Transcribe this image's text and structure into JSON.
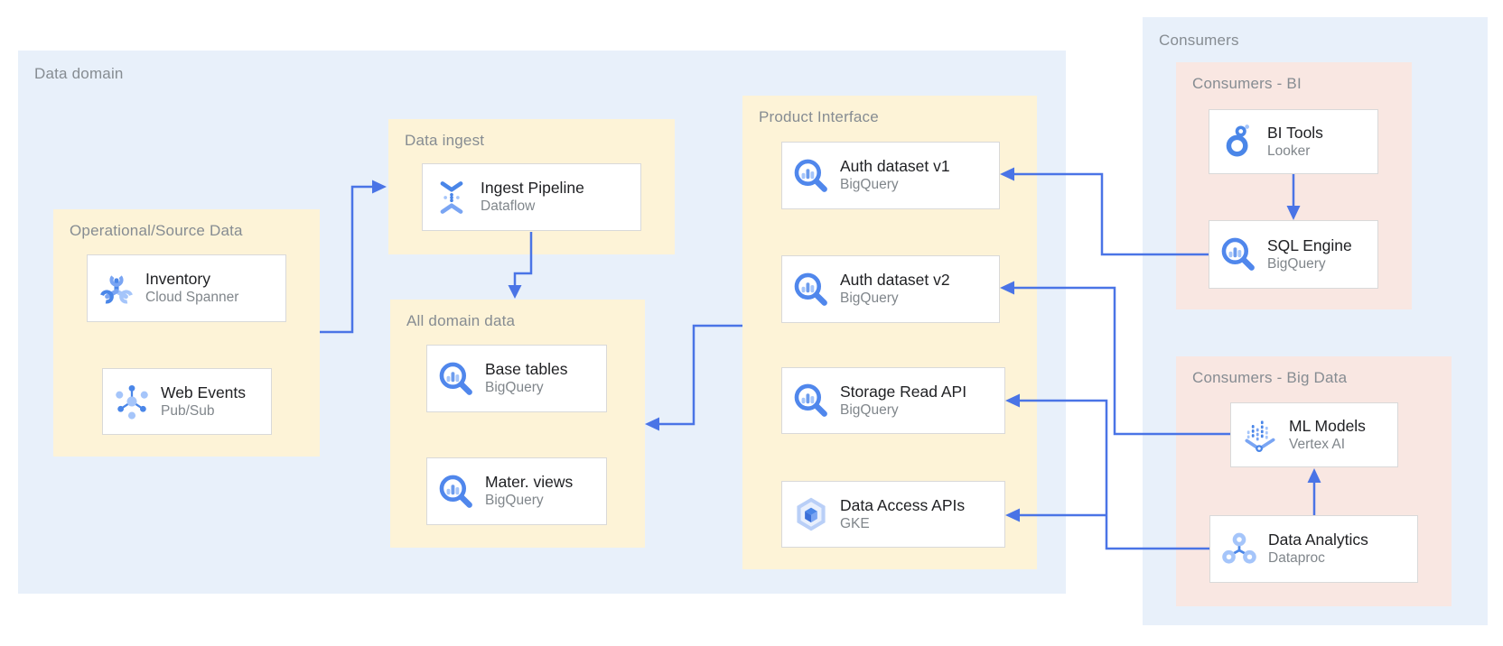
{
  "colors": {
    "panel_bg": "#e8f0fa",
    "group_yellow_bg": "#fdf3d7",
    "group_pink_bg": "#f9e7e2",
    "card_bg": "#ffffff",
    "card_border": "#d9d9d9",
    "connector_blue": "#4a74e6",
    "label_gray": "#868c92",
    "title_dark": "#202124",
    "subtitle_gray": "#80868b",
    "icon_blue": "#4a86e8",
    "icon_blue_light": "#a5c5fa"
  },
  "panels": {
    "data_domain": {
      "label": "Data domain"
    },
    "consumers": {
      "label": "Consumers"
    }
  },
  "groups": {
    "operational": {
      "label": "Operational/Source Data"
    },
    "ingest": {
      "label": "Data ingest"
    },
    "all_domain": {
      "label": "All domain data"
    },
    "product_interface": {
      "label": "Product Interface"
    },
    "consumers_bi": {
      "label": "Consumers - BI"
    },
    "consumers_bigdata": {
      "label": "Consumers - Big Data"
    }
  },
  "cards": {
    "inventory": {
      "title": "Inventory",
      "subtitle": "Cloud Spanner",
      "icon": "cloud-spanner"
    },
    "web_events": {
      "title": "Web Events",
      "subtitle": "Pub/Sub",
      "icon": "pubsub"
    },
    "ingest_pipeline": {
      "title": "Ingest Pipeline",
      "subtitle": "Dataflow",
      "icon": "dataflow"
    },
    "base_tables": {
      "title": "Base tables",
      "subtitle": "BigQuery",
      "icon": "bigquery"
    },
    "mater_views": {
      "title": "Mater. views",
      "subtitle": "BigQuery",
      "icon": "bigquery"
    },
    "auth_v1": {
      "title": "Auth dataset v1",
      "subtitle": "BigQuery",
      "icon": "bigquery"
    },
    "auth_v2": {
      "title": "Auth dataset v2",
      "subtitle": "BigQuery",
      "icon": "bigquery"
    },
    "storage_read": {
      "title": "Storage Read API",
      "subtitle": "BigQuery",
      "icon": "bigquery"
    },
    "data_access": {
      "title": "Data Access APIs",
      "subtitle": "GKE",
      "icon": "gke"
    },
    "bi_tools": {
      "title": "BI Tools",
      "subtitle": "Looker",
      "icon": "looker"
    },
    "sql_engine": {
      "title": "SQL Engine",
      "subtitle": "BigQuery",
      "icon": "bigquery"
    },
    "ml_models": {
      "title": "ML Models",
      "subtitle": "Vertex AI",
      "icon": "vertex-ai"
    },
    "data_analytics": {
      "title": "Data Analytics",
      "subtitle": "Dataproc",
      "icon": "dataproc"
    }
  },
  "connections": [
    {
      "from": "Operational/Source Data",
      "to": "Data ingest"
    },
    {
      "from": "Ingest Pipeline",
      "to": "All domain data"
    },
    {
      "from": "Product Interface",
      "to": "All domain data"
    },
    {
      "from": "SQL Engine",
      "to": "Auth dataset v1"
    },
    {
      "from": "ML Models",
      "to": "Auth dataset v2"
    },
    {
      "from": "Data Analytics",
      "to": "Storage Read API"
    },
    {
      "from": "Data Analytics",
      "to": "Data Access APIs"
    },
    {
      "from": "BI Tools",
      "to": "SQL Engine"
    },
    {
      "from": "Data Analytics",
      "to": "ML Models"
    }
  ]
}
